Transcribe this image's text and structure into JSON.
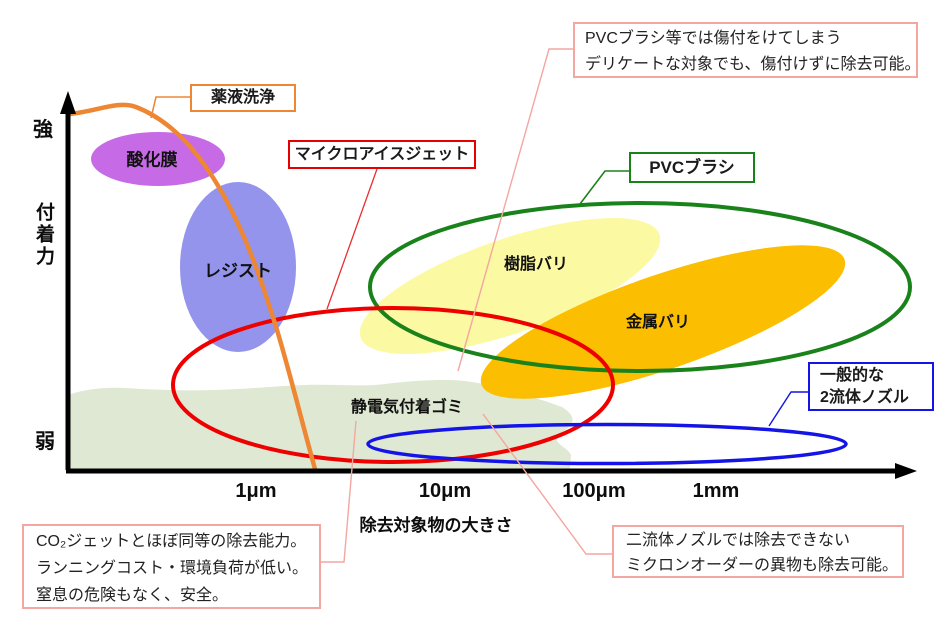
{
  "chart_data": {
    "type": "scatter",
    "title": "",
    "xlabel": "除去対象物の大きさ",
    "ylabel": "付着力",
    "x_scale": "log-qualitative",
    "x_tick_labels": [
      "1μm",
      "10μm",
      "100μm",
      "1mm"
    ],
    "y_tick_labels": [
      "強",
      "弱"
    ],
    "grid": false,
    "legend": "none",
    "regions": [
      {
        "name": "酸化膜",
        "kind": "target-filled-ellipse",
        "color": "#C76AE6",
        "x_range_um": [
          0.1,
          0.7
        ],
        "adhesion": "high"
      },
      {
        "name": "レジスト",
        "kind": "target-filled-ellipse",
        "color": "#9494EC",
        "x_range_um": [
          0.4,
          1.6
        ],
        "adhesion": "mid-high"
      },
      {
        "name": "樹脂バリ",
        "kind": "target-filled-ellipse",
        "color": "#FBF9A2",
        "x_range_um": [
          4,
          110
        ],
        "adhesion": "mid"
      },
      {
        "name": "金属バリ",
        "kind": "target-filled-ellipse",
        "color": "#FBBE00",
        "x_range_um": [
          15,
          500
        ],
        "adhesion": "mid"
      },
      {
        "name": "静電気付着ゴミ",
        "kind": "target-shaded-area",
        "color": "#DFE8D2",
        "x_range_um": [
          0.1,
          150
        ],
        "adhesion": "low"
      },
      {
        "name": "薬液洗浄",
        "kind": "method-curve",
        "color": "#ED8733",
        "x_range_um": [
          0.1,
          2
        ],
        "adhesion": "high-to-low boundary curve"
      },
      {
        "name": "マイクロアイスジェット",
        "kind": "method-outline-ellipse",
        "color": "#EE0000",
        "x_range_um": [
          0.35,
          150
        ],
        "adhesion": "low-mid"
      },
      {
        "name": "PVCブラシ",
        "kind": "method-outline-ellipse",
        "color": "#1A821A",
        "x_range_um": [
          4,
          3000
        ],
        "adhesion": "mid"
      },
      {
        "name": "一般的な2流体ノズル",
        "kind": "method-outline-ellipse",
        "color": "#1414E6",
        "x_range_um": [
          6,
          4000
        ],
        "adhesion": "low"
      }
    ]
  },
  "axes": {
    "y_title": "付着力",
    "y_top": "強",
    "y_bottom": "弱",
    "x_title": "除去対象物の大きさ",
    "ticks": [
      "1μm",
      "10μm",
      "100μm",
      "1mm"
    ]
  },
  "region_labels": {
    "oxide_film": "酸化膜",
    "resist": "レジスト",
    "resin_burr": "樹脂バリ",
    "metal_burr": "金属バリ",
    "static_dust": "静電気付着ゴミ"
  },
  "method_tags": {
    "chemical_cleaning": "薬液洗浄",
    "micro_ice_jet": "マイクロアイスジェット",
    "pvc_brush": "PVCブラシ",
    "two_fluid_nozzle_line1": "一般的な",
    "two_fluid_nozzle_line2": "2流体ノズル"
  },
  "callouts": {
    "pvc_note": {
      "lines": [
        "PVCブラシ等では傷付をけてしまう",
        "デリケートな対象でも、傷付けずに除去可能。"
      ]
    },
    "co2_note": {
      "lines": [
        "CO₂ジェットとほぼ同等の除去能力。",
        "ランニングコスト・環境負荷が低い。",
        "窒息の危険もなく、安全。"
      ]
    },
    "nozzle_note": {
      "lines": [
        "二流体ノズルでは除去できない",
        "ミクロンオーダーの異物も除去可能。"
      ]
    }
  },
  "colors": {
    "axis": "#000000",
    "chemical_cleaning": "#ED8733",
    "micro_ice_jet": "#EE0000",
    "pvc_brush": "#1A821A",
    "two_fluid_nozzle": "#1414E6",
    "oxide_film_fill": "#C76AE6",
    "resist_fill": "#9494EC",
    "resin_burr_fill": "#FBF9A2",
    "metal_burr_fill": "#FBBE00",
    "static_dust_fill": "#DFE8D2",
    "note_border": "#F4A6A0"
  }
}
